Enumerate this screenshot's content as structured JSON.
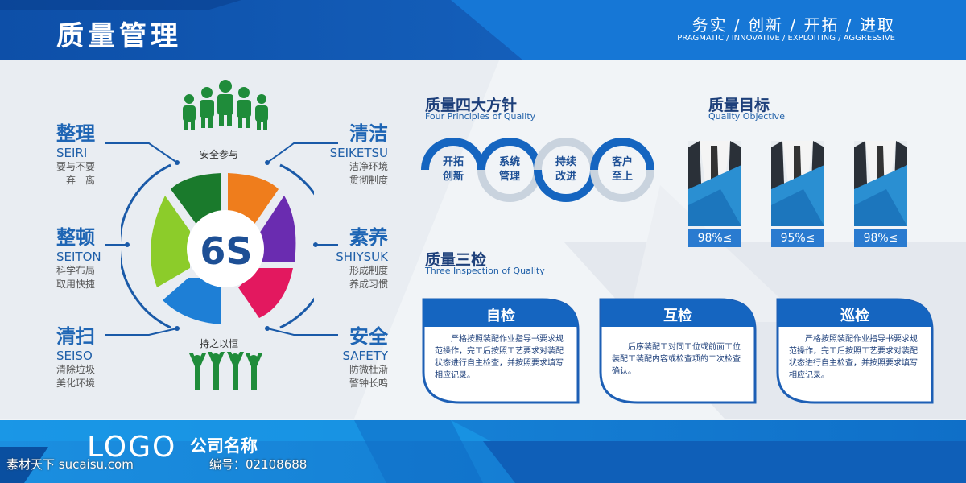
{
  "header": {
    "title": "质量管理",
    "motto": "务实 / 创新 / 开拓 / 进取",
    "motto_en": "PRAGMATIC / INNOVATIVE / EXPLOITING / AGGRESSIVE"
  },
  "six_s": {
    "center_label": "6S",
    "top_caption": "安全参与",
    "bottom_caption": "持之以恒",
    "items": [
      {
        "title": "整理",
        "en": "SEIRI",
        "desc1": "要与不要",
        "desc2": "一弃一离"
      },
      {
        "title": "整顿",
        "en": "SEITON",
        "desc1": "科学布局",
        "desc2": "取用快捷"
      },
      {
        "title": "清扫",
        "en": "SEISO",
        "desc1": "清除垃圾",
        "desc2": "美化环境"
      },
      {
        "title": "清洁",
        "en": "SEIKETSU",
        "desc1": "洁净环境",
        "desc2": "贯彻制度"
      },
      {
        "title": "素养",
        "en": "SHIYSUK",
        "desc1": "形成制度",
        "desc2": "养成习惯"
      },
      {
        "title": "安全",
        "en": "SAFETY",
        "desc1": "防微杜渐",
        "desc2": "警钟长鸣"
      }
    ],
    "segment_colors": [
      "#1a7a2c",
      "#ef7d1c",
      "#6a2cb0",
      "#e3185f",
      "#1e7fd6",
      "#8ccc2a"
    ]
  },
  "principles": {
    "title": "质量四大方针",
    "subtitle": "Four Principles of Quality",
    "items": [
      {
        "line1": "开拓",
        "line2": "创新"
      },
      {
        "line1": "系统",
        "line2": "管理"
      },
      {
        "line1": "持续",
        "line2": "改进"
      },
      {
        "line1": "客户",
        "line2": "至上"
      }
    ]
  },
  "objective": {
    "title": "质量目标",
    "subtitle": "Quality Objective",
    "items": [
      "98%≤",
      "95%≤",
      "98%≤"
    ]
  },
  "inspection": {
    "title": "质量三检",
    "subtitle": "Three  Inspection of Quality",
    "cards": [
      {
        "head": "自检",
        "text": "严格按照装配作业指导书要求规范操作，完工后按照工艺要求对装配状态进行自主检查，并按照要求填写相应记录。"
      },
      {
        "head": "互检",
        "text": "后序装配工对同工位或前面工位装配工装配内容或检查项的二次检查确认。"
      },
      {
        "head": "巡检",
        "text": "严格按照装配作业指导书要求规范操作，完工后按照工艺要求对装配状态进行自主检查，并按照要求填写相应记录。"
      }
    ]
  },
  "footer": {
    "logo": "LOGO",
    "company": "公司名称",
    "watermark_left": "素材天下 sucaisu.com",
    "watermark_right": "编号：02108688"
  },
  "colors": {
    "primary": "#1565c0",
    "accent": "#2a8ee0",
    "dark_text": "#1d3f7a"
  }
}
